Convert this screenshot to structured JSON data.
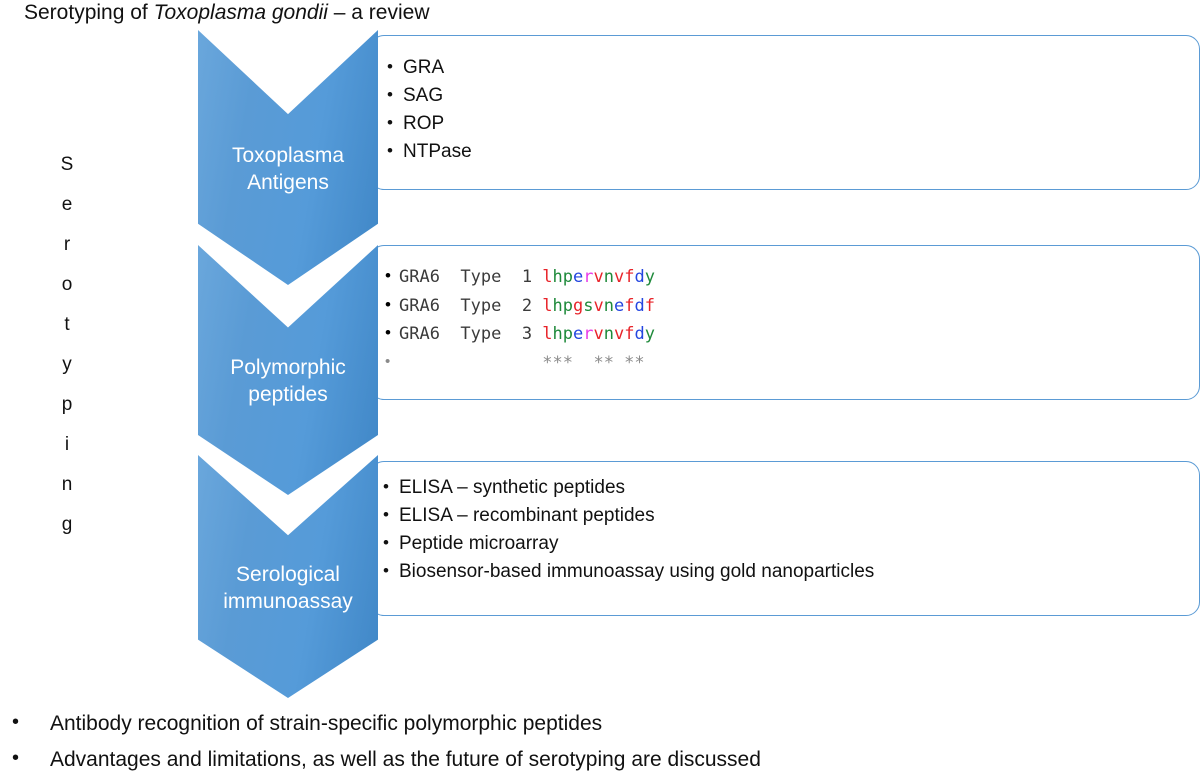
{
  "title": {
    "prefix": "Serotyping  of ",
    "italic": "Toxoplasma gondii",
    "suffix": " – a review"
  },
  "vertical_label": {
    "text": "Serotyping",
    "letters": [
      "S",
      "e",
      "r",
      "o",
      "t",
      "y",
      "p",
      "i",
      "n",
      "g"
    ]
  },
  "colors": {
    "chevron_blue": "#5B9BD5",
    "chevron_blue_dark": "#3F86C6",
    "box_border": "#5B9BD5",
    "seq_red": "#E8242A",
    "seq_green": "#1F8A3B",
    "seq_blue": "#2446E0",
    "seq_magenta": "#E83CE8",
    "seq_gray": "#8A8A8A"
  },
  "stages": [
    {
      "chevron_label_line1": "Toxoplasma",
      "chevron_label_line2": "Antigens",
      "bullets": [
        "GRA",
        "SAG",
        "ROP",
        "NTPase"
      ]
    },
    {
      "chevron_label_line1": "Polymorphic",
      "chevron_label_line2": "peptides",
      "alignment": {
        "rows": [
          {
            "label": "GRA6  Type  1 ",
            "sequence": [
              {
                "ch": "l",
                "color": "red"
              },
              {
                "ch": "h",
                "color": "green"
              },
              {
                "ch": "p",
                "color": "green"
              },
              {
                "ch": "e",
                "color": "blue"
              },
              {
                "ch": "r",
                "color": "magenta"
              },
              {
                "ch": "v",
                "color": "red"
              },
              {
                "ch": "n",
                "color": "green"
              },
              {
                "ch": "v",
                "color": "red"
              },
              {
                "ch": "f",
                "color": "red"
              },
              {
                "ch": "d",
                "color": "blue"
              },
              {
                "ch": "y",
                "color": "green"
              }
            ],
            "plain": "lhpervnvfdy"
          },
          {
            "label": "GRA6  Type  2 ",
            "sequence": [
              {
                "ch": "l",
                "color": "red"
              },
              {
                "ch": "h",
                "color": "green"
              },
              {
                "ch": "p",
                "color": "green"
              },
              {
                "ch": "g",
                "color": "red"
              },
              {
                "ch": "s",
                "color": "green"
              },
              {
                "ch": "v",
                "color": "red"
              },
              {
                "ch": "n",
                "color": "green"
              },
              {
                "ch": "e",
                "color": "blue"
              },
              {
                "ch": "f",
                "color": "red"
              },
              {
                "ch": "d",
                "color": "blue"
              },
              {
                "ch": "f",
                "color": "red"
              }
            ],
            "plain": "lhpgsvnefdf"
          },
          {
            "label": "GRA6  Type  3 ",
            "sequence": [
              {
                "ch": "l",
                "color": "red"
              },
              {
                "ch": "h",
                "color": "green"
              },
              {
                "ch": "p",
                "color": "green"
              },
              {
                "ch": "e",
                "color": "blue"
              },
              {
                "ch": "r",
                "color": "magenta"
              },
              {
                "ch": "v",
                "color": "red"
              },
              {
                "ch": "n",
                "color": "green"
              },
              {
                "ch": "v",
                "color": "red"
              },
              {
                "ch": "f",
                "color": "red"
              },
              {
                "ch": "d",
                "color": "blue"
              },
              {
                "ch": "y",
                "color": "green"
              }
            ],
            "plain": "lhpervnvfdy"
          }
        ],
        "conservation_label": "              ",
        "conservation": "***  ** ** "
      }
    },
    {
      "chevron_label_line1": "Serological",
      "chevron_label_line2": "immunoassay",
      "bullets": [
        "ELISA – synthetic peptides",
        "ELISA – recombinant peptides",
        "Peptide microarray",
        "Biosensor-based  immunoassay using gold nanoparticles"
      ]
    }
  ],
  "footer": {
    "bullets": [
      "Antibody  recognition of strain-specific polymorphic  peptides",
      "Advantages and limitations, as well as the future of serotyping are discussed"
    ]
  }
}
